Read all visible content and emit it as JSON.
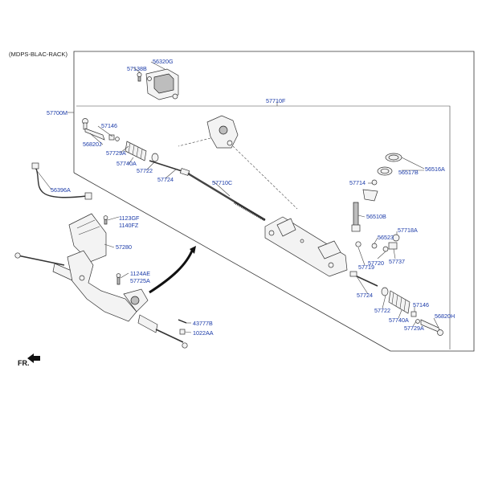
{
  "header": {
    "title": "(MDPS-BLAC-RACK)"
  },
  "direction": {
    "label": "FR."
  },
  "labels": {
    "p56320G": "56320G",
    "p57138B": "57138B",
    "p57710F": "57710F",
    "p57700M": "57700M",
    "p57146a": "57146",
    "p56820Ja": "56820J",
    "p57729Aa": "57729A",
    "p57740Aa": "57740A",
    "p57722a": "57722",
    "p57724a": "57724",
    "p57710C": "57710C",
    "p56396A": "56396A",
    "p1123GF": "1123GF",
    "p1140FZ": "1140FZ",
    "p57280": "57280",
    "p1124AE": "1124AE",
    "p57725A": "57725A",
    "p43777B": "43777B",
    "p1022AA": "1022AA",
    "p56516A": "56516A",
    "p56517B": "56517B",
    "p57714": "57714",
    "p56510B": "56510B",
    "p57718A": "57718A",
    "p56523": "56523",
    "p57720": "57720",
    "p57719": "57719",
    "p57737": "57737",
    "p57724b": "57724",
    "p57722b": "57722",
    "p57740Ab": "57740A",
    "p57146b": "57146",
    "p57729Ab": "57729A",
    "p56820H": "56820H"
  }
}
